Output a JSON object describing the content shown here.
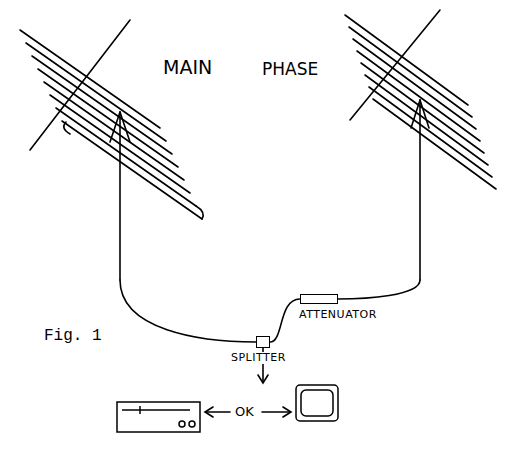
{
  "diagram": {
    "nodes": [
      {
        "text": [
          "ATTENUATOR"
        ]
      },
      {
        "text": [
          "SPLITTER"
        ]
      }
    ],
    "edges": [
      {
        "from": 0,
        "to": 1,
        "arrow": "none"
      }
    ],
    "labels": [
      "MAIN",
      "PHASE",
      "Fig. 1",
      "OK"
    ]
  }
}
